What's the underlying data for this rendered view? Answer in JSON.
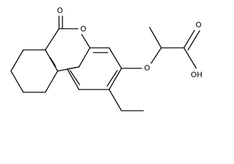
{
  "molecule": {
    "atom_labels": {
      "carbonyl_oxygen": "O",
      "ring_oxygen": "O",
      "ether_oxygen": "O",
      "acid_carbonyl_oxygen": "O",
      "hydroxyl": "OH"
    }
  },
  "colors": {
    "bond": "#000000",
    "background": "#ffffff",
    "text": "#000000"
  }
}
